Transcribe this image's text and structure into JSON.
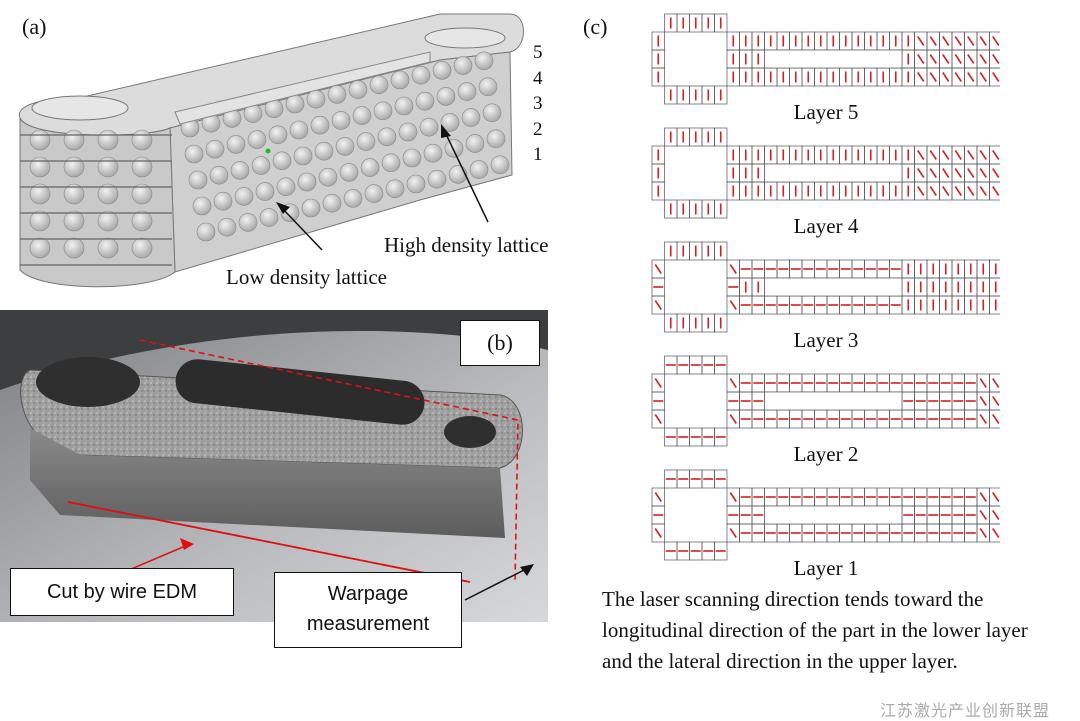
{
  "panel_a": {
    "label": "(a)",
    "layer_numbers": [
      "5",
      "4",
      "3",
      "2",
      "1"
    ],
    "low_density_label": "Low density lattice",
    "high_density_label": "High density lattice"
  },
  "panel_b": {
    "label": "(b)",
    "cut_label": "Cut by wire EDM",
    "warpage_label": "Warpage measurement"
  },
  "panel_c": {
    "label": "(c)",
    "layers": [
      {
        "title": "Layer 5",
        "scan_pattern": "lateral"
      },
      {
        "title": "Layer 4",
        "scan_pattern": "lateral"
      },
      {
        "title": "Layer 3",
        "scan_pattern": "mixed"
      },
      {
        "title": "Layer 2",
        "scan_pattern": "longitudinal"
      },
      {
        "title": "Layer 1",
        "scan_pattern": "longitudinal"
      }
    ],
    "caption": "The laser scanning direction tends toward the longitudinal direction of the part in the lower layer and the lateral direction in the upper layer."
  },
  "watermark": "江苏激光产业创新联盟",
  "colors": {
    "scan_mark": "#d62020",
    "annotation_red": "#e01010",
    "grid": "#555555"
  }
}
